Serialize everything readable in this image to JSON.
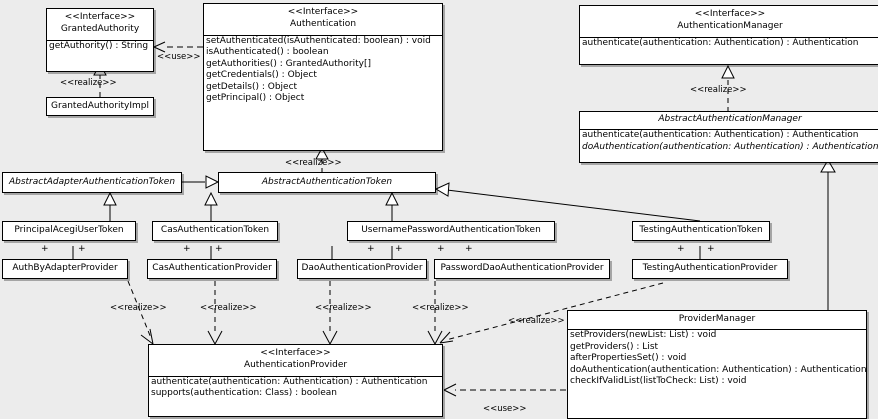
{
  "diagram": {
    "title": "Acegi Security Authentication class diagram",
    "background": "#ececec",
    "line_color": "#000000",
    "box_fill": "#ffffff"
  },
  "classes": {
    "granted_authority": {
      "stereotype": "<<Interface>>",
      "name": "GrantedAuthority",
      "members": [
        "getAuthority() : String"
      ]
    },
    "granted_authority_impl": {
      "name": "GrantedAuthorityImpl"
    },
    "authentication": {
      "stereotype": "<<Interface>>",
      "name": "Authentication",
      "members": [
        "setAuthenticated(isAuthenticated: boolean) : void",
        "isAuthenticated() : boolean",
        "getAuthorities() : GrantedAuthority[]",
        "getCredentials() : Object",
        "getDetails() : Object",
        "getPrincipal() : Object"
      ]
    },
    "authentication_manager": {
      "stereotype": "<<Interface>>",
      "name": "AuthenticationManager",
      "members": [
        "authenticate(authentication: Authentication) : Authentication"
      ]
    },
    "abstract_authentication_manager": {
      "name": "AbstractAuthenticationManager",
      "members": [
        "authenticate(authentication: Authentication) : Authentication",
        "doAuthentication(authentication: Authentication) : Authentication"
      ]
    },
    "abstract_adapter_authentication_token": {
      "name": "AbstractAdapterAuthenticationToken"
    },
    "abstract_authentication_token": {
      "name": "AbstractAuthenticationToken"
    },
    "principal_acegi_user_token": {
      "name": "PrincipalAcegiUserToken"
    },
    "cas_authentication_token": {
      "name": "CasAuthenticationToken"
    },
    "username_password_authentication_token": {
      "name": "UsernamePasswordAuthenticationToken"
    },
    "testing_authentication_token": {
      "name": "TestingAuthenticationToken"
    },
    "auth_by_adapter_provider": {
      "name": "AuthByAdapterProvider"
    },
    "cas_authentication_provider": {
      "name": "CasAuthenticationProvider"
    },
    "dao_authentication_provider": {
      "name": "DaoAuthenticationProvider"
    },
    "password_dao_authentication_provider": {
      "name": "PasswordDaoAuthenticationProvider"
    },
    "testing_authentication_provider": {
      "name": "TestingAuthenticationProvider"
    },
    "authentication_provider": {
      "stereotype": "<<Interface>>",
      "name": "AuthenticationProvider",
      "members": [
        "authenticate(authentication: Authentication) : Authentication",
        "supports(authentication: Class) : boolean"
      ]
    },
    "provider_manager": {
      "name": "ProviderManager",
      "members": [
        "setProviders(newList: List) : void",
        "getProviders() : List",
        "afterPropertiesSet() : void",
        "doAuthentication(authentication: Authentication) : Authentication",
        "checkIfValidList(listToCheck: List) : void"
      ]
    }
  },
  "edge_labels": {
    "use_authentication_grantedauthority": "<<use>>",
    "realize_grantedauthorityimpl": "<<realize>>",
    "realize_abstractauthenticationtoken": "<<realize>>",
    "realize_abstractauthenticationmanager": "<<realize>>",
    "realize_authbyadapter": "<<realize>>",
    "realize_cas": "<<realize>>",
    "realize_dao": "<<realize>>",
    "realize_passworddao": "<<realize>>",
    "realize_testing": "<<realize>>",
    "use_providermanager_authenticationprovider": "<<use>>"
  },
  "multiplicities": {
    "plus": "+"
  }
}
